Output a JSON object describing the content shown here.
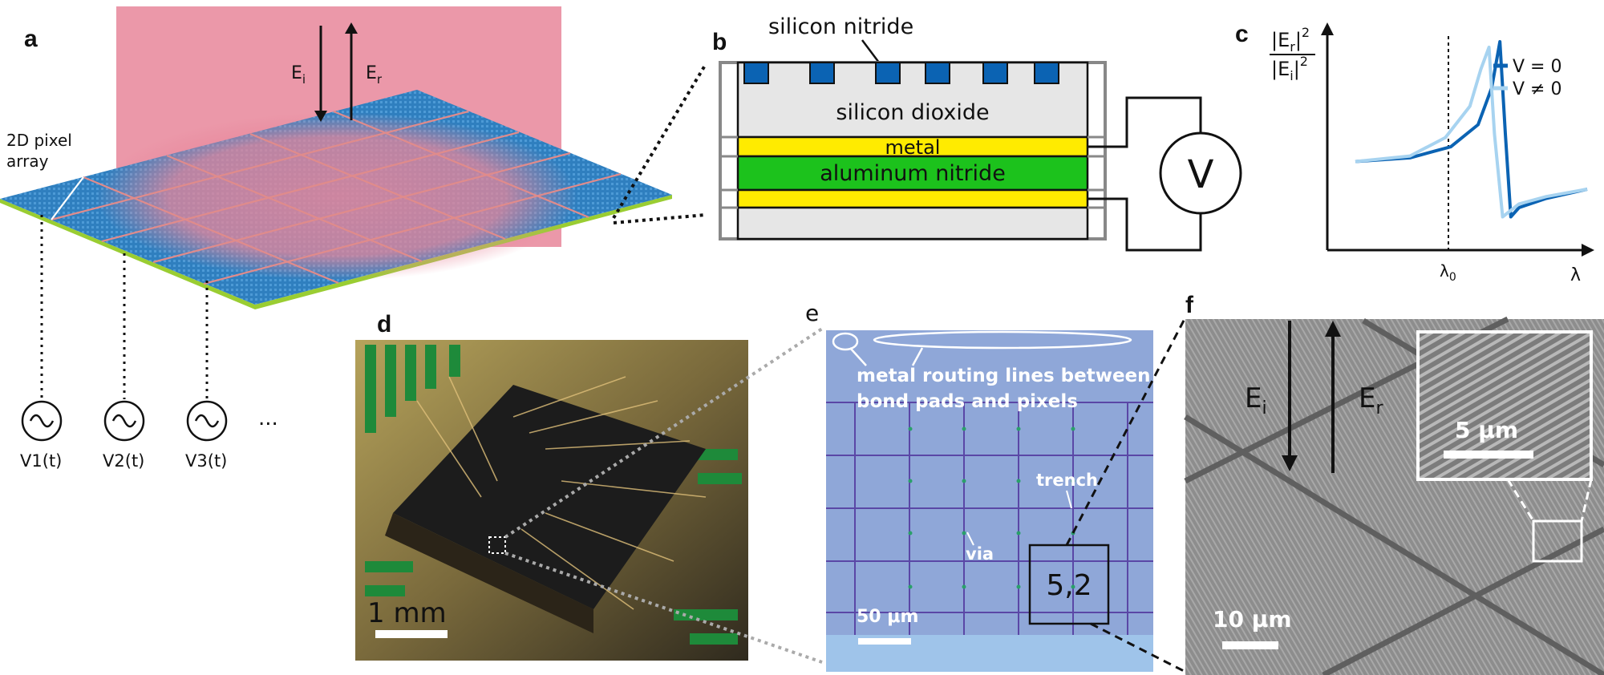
{
  "panels": {
    "a": {
      "label": "a",
      "field_in": "E",
      "field_in_sub": "i",
      "field_out": "E",
      "field_out_sub": "r",
      "array_label_line1": "2D pixel",
      "array_label_line2": "array",
      "sources": [
        {
          "base": "V",
          "sub": "1",
          "arg": "(t)"
        },
        {
          "base": "V",
          "sub": "2",
          "arg": "(t)"
        },
        {
          "base": "V",
          "sub": "3",
          "arg": "(t)"
        }
      ],
      "ellipsis": "...",
      "beam_color": "#e8869a",
      "pixel_color": "#2f7fbf"
    },
    "b": {
      "label": "b",
      "top_label": "silicon nitride",
      "layers": [
        {
          "name": "silicon dioxide",
          "color": "#e6e6e6"
        },
        {
          "name": "metal",
          "color": "#ffeb00"
        },
        {
          "name": "aluminum nitride",
          "color": "#1cc21c"
        },
        {
          "name": "",
          "color": "#ffeb00"
        },
        {
          "name": "",
          "color": "#e6e6e6"
        }
      ],
      "grating_color": "#0b63b3",
      "source": "V"
    },
    "c": {
      "label": "c",
      "ylabel_num": "|E",
      "ylabel_num_sub": "r",
      "ylabel_den": "|E",
      "ylabel_den_sub": "i",
      "ylabel_exp": "2",
      "xlabel": "λ",
      "x_tick": "λ",
      "x_tick_sub": "0",
      "legend": [
        {
          "label": "V = 0",
          "color": "#0b63b3"
        },
        {
          "label": "V ≠ 0",
          "color": "#a7d3f0"
        }
      ]
    },
    "d": {
      "label": "d",
      "scale_bar": "1 mm"
    },
    "e": {
      "label": "e",
      "routing_label_line1": "metal routing lines between",
      "routing_label_line2": "bond pads and pixels",
      "trench_label": "trench",
      "via_label": "via",
      "pixel_id": "5,2",
      "scale_bar": "50 μm"
    },
    "f": {
      "label": "f",
      "field_in": "E",
      "field_in_sub": "i",
      "field_out": "E",
      "field_out_sub": "r",
      "scale_bar": "10 μm",
      "inset_scale_bar": "5 μm"
    }
  },
  "chart_data": {
    "type": "line",
    "title": "",
    "xlabel": "λ",
    "ylabel": "|Er|²/|Ei|²",
    "x_ticks": [
      "λ0"
    ],
    "legend_position": "top-right",
    "series": [
      {
        "name": "V = 0",
        "color": "#0b63b3",
        "x": [
          0.0,
          0.2,
          0.35,
          0.45,
          0.5,
          0.53,
          0.55,
          0.57,
          0.6,
          0.7,
          0.85
        ],
        "y": [
          0.35,
          0.37,
          0.43,
          0.55,
          0.75,
          1.0,
          0.5,
          0.05,
          0.1,
          0.15,
          0.2
        ]
      },
      {
        "name": "V ≠ 0",
        "color": "#a7d3f0",
        "x": [
          0.0,
          0.2,
          0.33,
          0.42,
          0.46,
          0.49,
          0.51,
          0.54,
          0.6,
          0.7,
          0.85
        ],
        "y": [
          0.35,
          0.38,
          0.48,
          0.65,
          0.85,
          0.97,
          0.5,
          0.05,
          0.12,
          0.16,
          0.2
        ]
      }
    ]
  }
}
